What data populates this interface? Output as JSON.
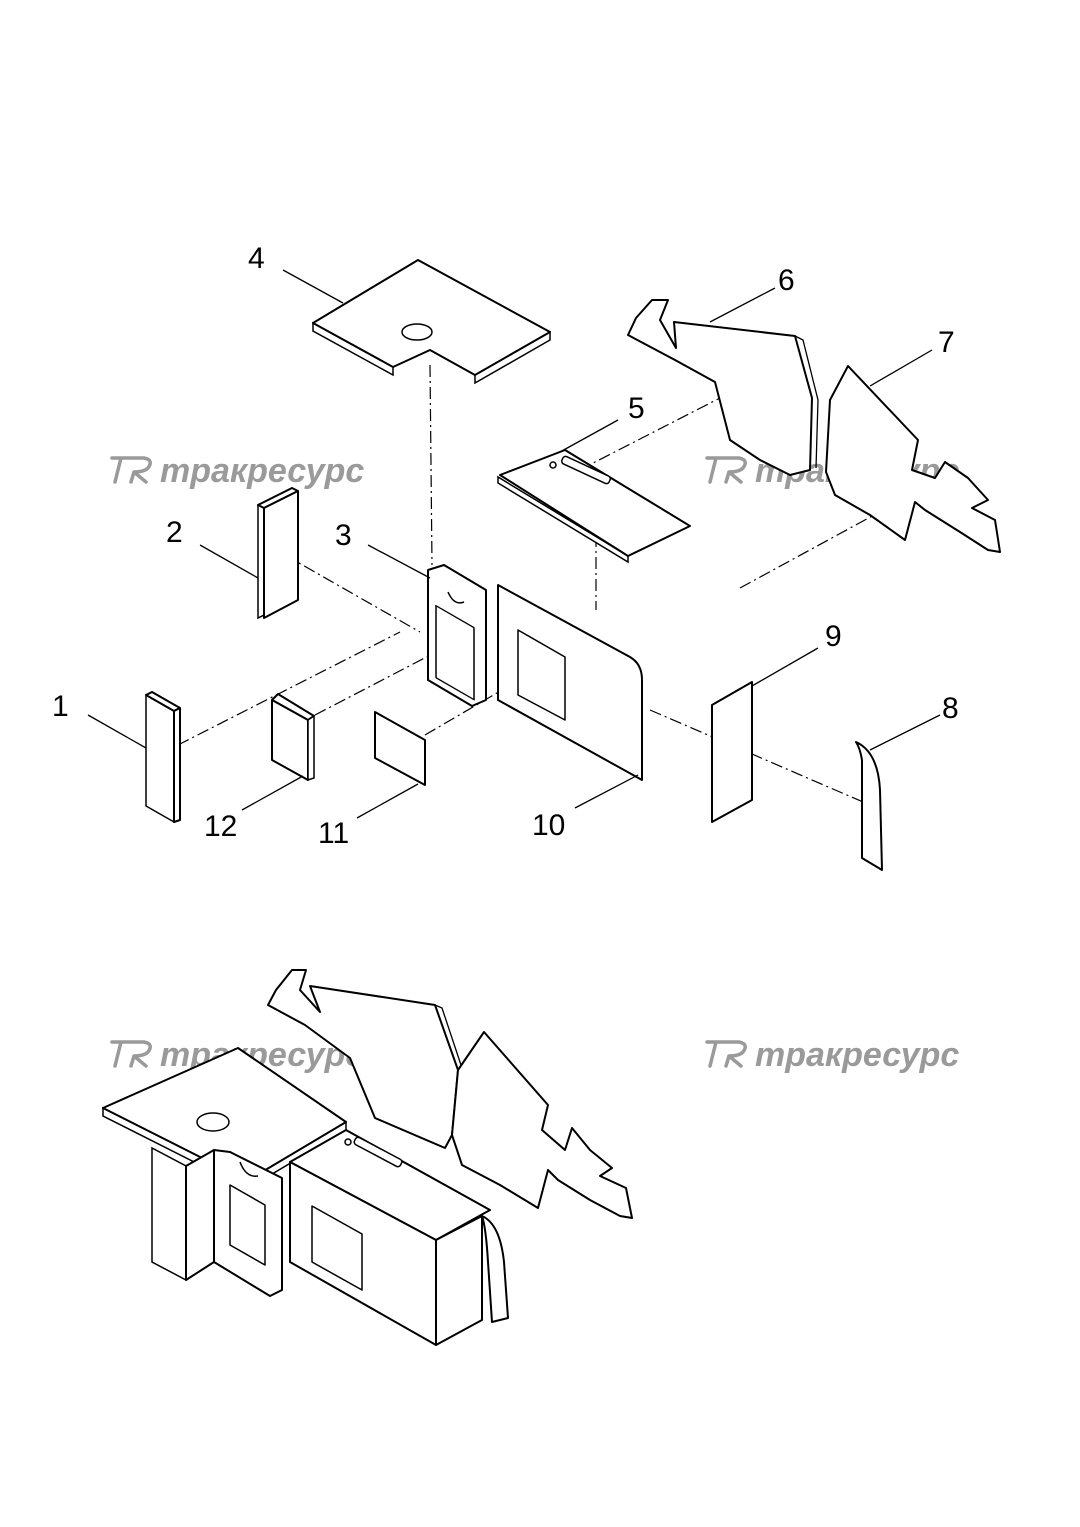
{
  "callouts": {
    "c1": "1",
    "c2": "2",
    "c3": "3",
    "c4": "4",
    "c5": "5",
    "c6": "6",
    "c7": "7",
    "c8": "8",
    "c9": "9",
    "c10": "10",
    "c11": "11",
    "c12": "12"
  },
  "watermark": {
    "brand": "тракресурс",
    "color": "#9a9a9a"
  },
  "icons": {
    "watermark_logo": "tr-logo-icon"
  }
}
